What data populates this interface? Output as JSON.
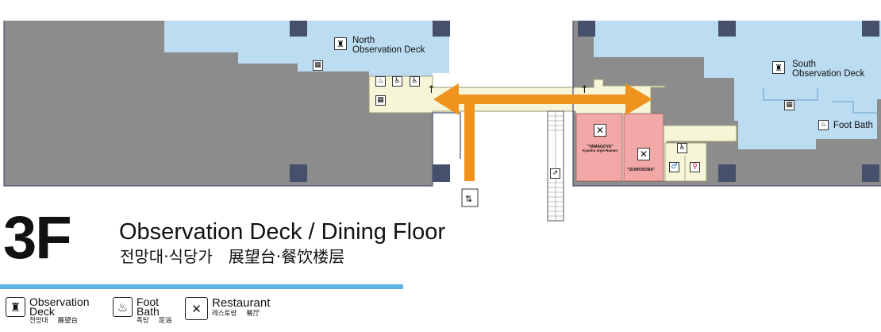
{
  "floor": {
    "number": "3F",
    "title_en": "Observation Deck / Dining Floor",
    "title_ko": "전망대·식당가",
    "title_zh": "展望台·餐饮楼层"
  },
  "map_labels": {
    "north_deck": "North Observation Deck",
    "north_deck_line1": "North",
    "north_deck_line2": "Observation Deck",
    "south_deck": "South Observation Deck",
    "south_deck_line1": "South",
    "south_deck_line2": "Observation Deck",
    "foot_bath": "Foot Bath",
    "yamagoya_name": "\"YAMAGOYA\"",
    "yamagoya_sub": "Kyushu style Ramen",
    "izumosoba_name": "\"IZUMOSOBA\""
  },
  "legend": [
    {
      "icon": "observation-deck-icon",
      "en_line1": "Observation",
      "en_line2": "Deck",
      "ko": "전망대",
      "zh": "展望台"
    },
    {
      "icon": "foot-bath-icon",
      "en_line1": "Foot",
      "en_line2": "Bath",
      "ko": "족탕",
      "zh": "足浴"
    },
    {
      "icon": "restaurant-icon",
      "en_line1": "Restaurant",
      "en_line2": "",
      "ko": "레스토랑",
      "zh": "餐厅"
    }
  ],
  "colors": {
    "deck_blue": "#bcdcf2",
    "building_gray": "#8c8c8c",
    "pillar_navy": "#45506b",
    "corridor_cream": "#f6f5d8",
    "restaurant_pink": "#f2a8a6",
    "route_orange": "#f0921e",
    "title_rule_blue": "#5fb3e0"
  }
}
